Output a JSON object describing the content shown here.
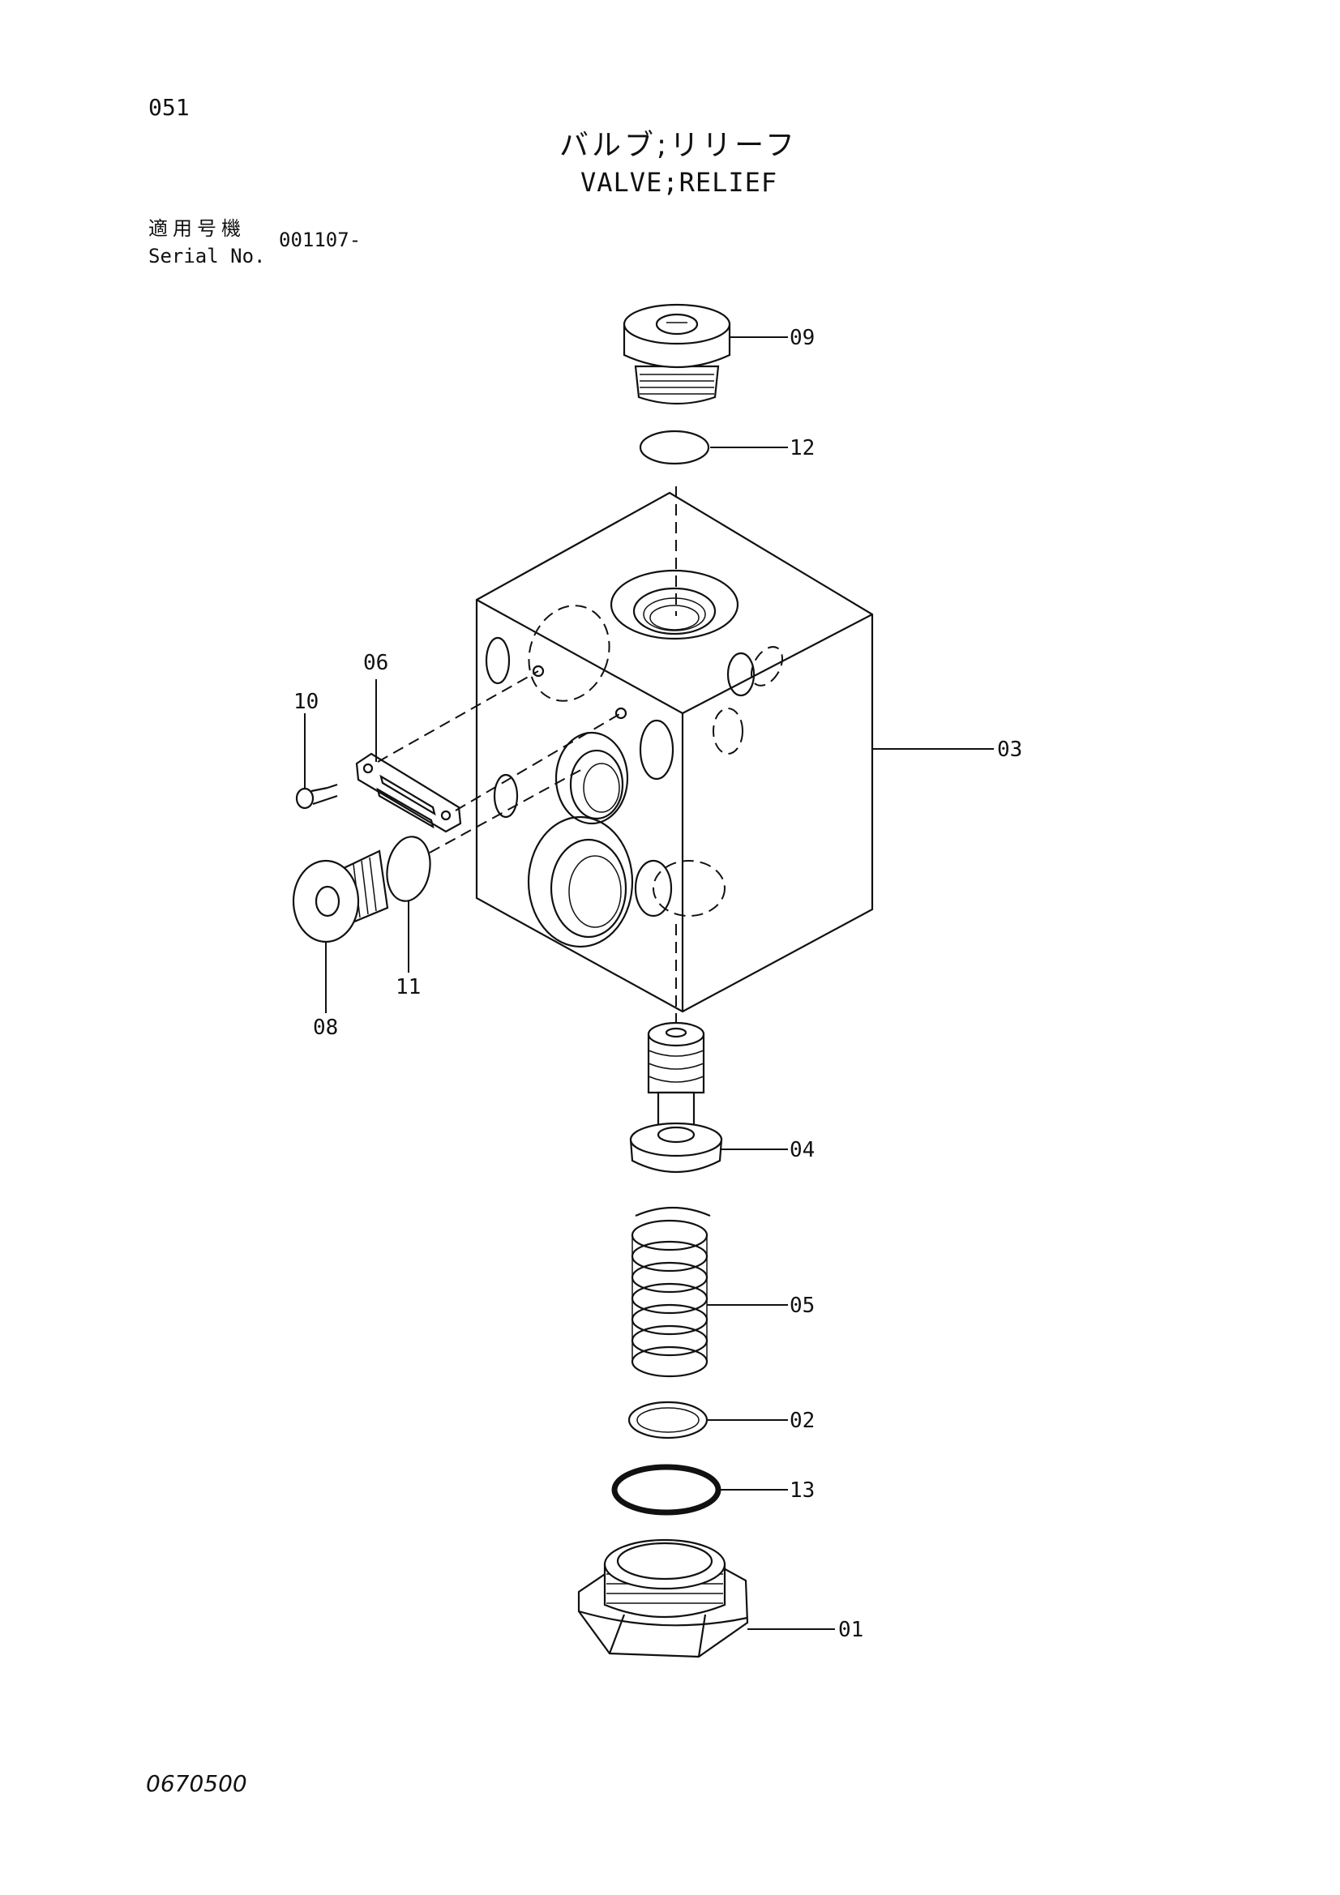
{
  "header": {
    "page_number": "051",
    "title_jp": "バルブ;リリーフ",
    "title_en": "VALVE;RELIEF",
    "serial_label_jp": "適用号機",
    "serial_label_en": "Serial No.",
    "serial_value": "001107-"
  },
  "parts": [
    {
      "id": "09",
      "label": "09"
    },
    {
      "id": "12",
      "label": "12"
    },
    {
      "id": "06",
      "label": "06"
    },
    {
      "id": "10",
      "label": "10"
    },
    {
      "id": "03",
      "label": "03"
    },
    {
      "id": "11",
      "label": "11"
    },
    {
      "id": "08",
      "label": "08"
    },
    {
      "id": "04",
      "label": "04"
    },
    {
      "id": "05",
      "label": "05"
    },
    {
      "id": "02",
      "label": "02"
    },
    {
      "id": "13",
      "label": "13"
    },
    {
      "id": "01",
      "label": "01"
    }
  ],
  "footer": {
    "figure_code": "0670500"
  }
}
